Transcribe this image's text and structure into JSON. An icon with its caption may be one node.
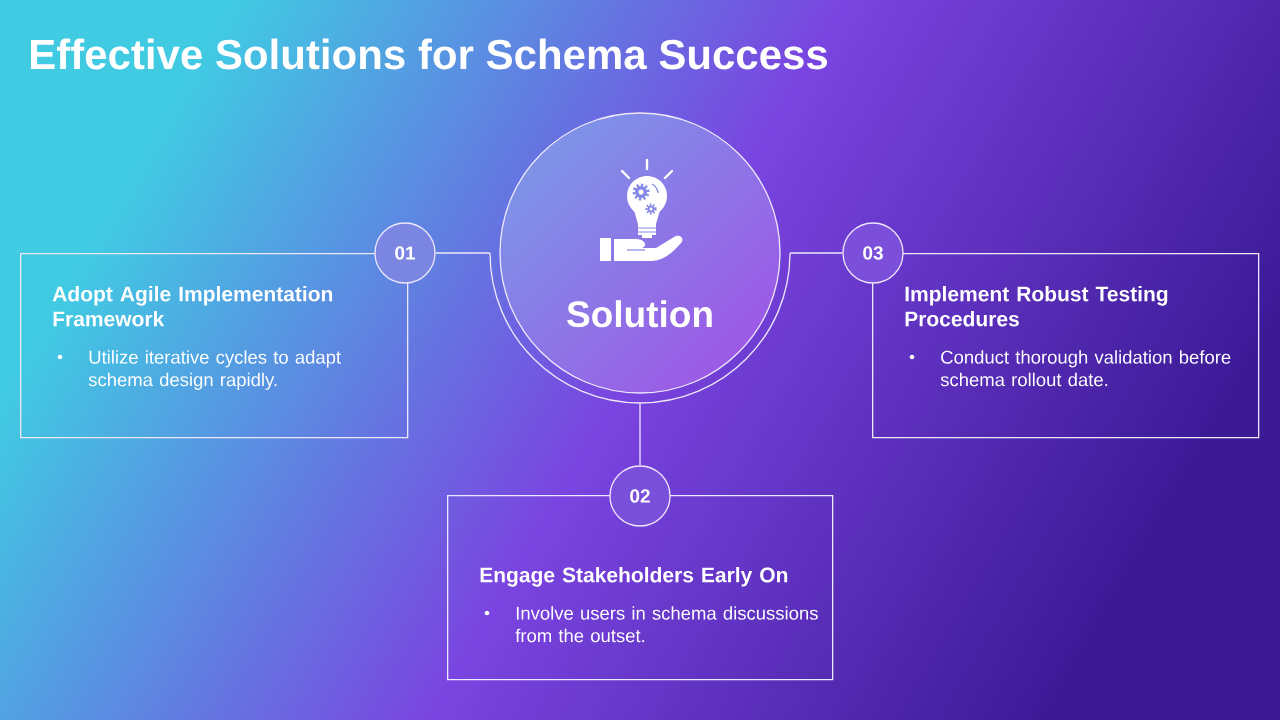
{
  "diagram": {
    "title": "Effective Solutions for Schema Success",
    "nodes": [
      {
        "text": [
          "Solution"
        ]
      },
      {
        "text": [
          "01"
        ]
      },
      {
        "text": [
          "Adopt Agile Implementation Framework",
          "Utilize iterative cycles to adapt schema design rapidly."
        ]
      },
      {
        "text": [
          "02"
        ]
      },
      {
        "text": [
          "Engage Stakeholders Early On",
          "Involve users in schema discussions from the outset."
        ]
      },
      {
        "text": [
          "03"
        ]
      },
      {
        "text": [
          "Implement Robust Testing Procedures",
          "Conduct thorough validation before schema rollout date."
        ]
      }
    ],
    "edges": [
      {
        "from": 0,
        "to": 1,
        "arrow": "none"
      },
      {
        "from": 0,
        "to": 3,
        "arrow": "none"
      },
      {
        "from": 0,
        "to": 5,
        "arrow": "none"
      }
    ]
  }
}
